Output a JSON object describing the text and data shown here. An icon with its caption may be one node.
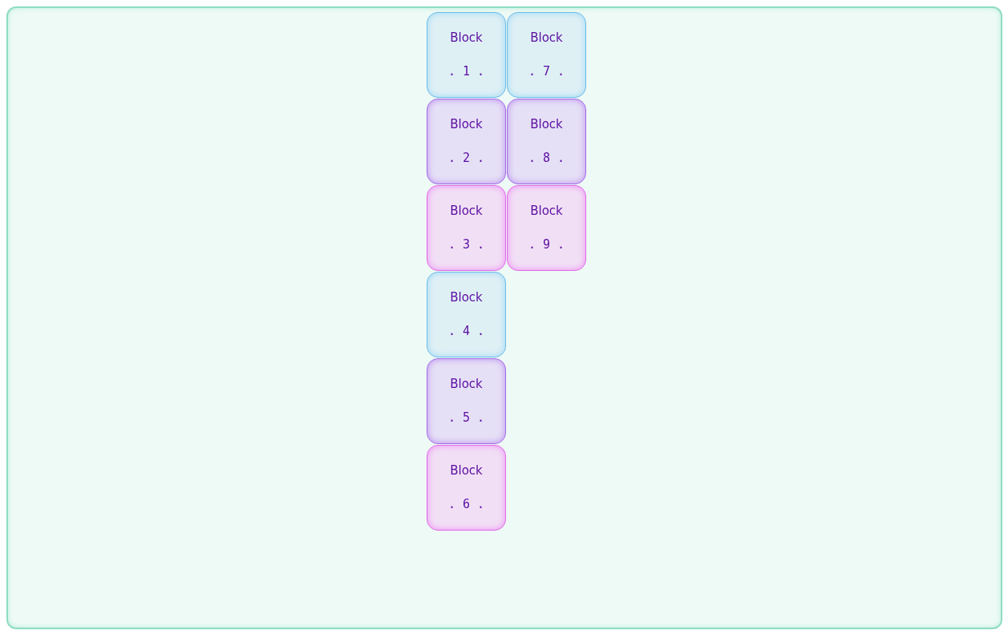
{
  "diagram": {
    "nodes": [
      {
        "text": [],
        "shape": "box"
      },
      {
        "text": [
          "Block",
          ". 1 ."
        ],
        "in": 0
      },
      {
        "text": [
          "Block",
          ". 2 ."
        ],
        "in": 0
      },
      {
        "text": [
          "Block",
          ". 3 ."
        ],
        "in": 0
      },
      {
        "text": [
          "Block",
          ". 4 ."
        ],
        "in": 0
      },
      {
        "text": [
          "Block",
          ". 5 ."
        ],
        "in": 0
      },
      {
        "text": [
          "Block",
          ". 6 ."
        ],
        "in": 0
      },
      {
        "text": [
          "Block",
          ". 7 ."
        ],
        "in": 0
      },
      {
        "text": [
          "Block",
          ". 8 ."
        ],
        "in": 0
      },
      {
        "text": [
          "Block",
          ". 9 ."
        ],
        "in": 0
      }
    ]
  }
}
